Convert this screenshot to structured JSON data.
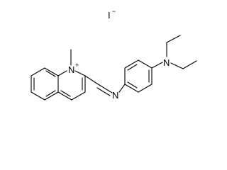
{
  "structure": {
    "iodide_label": "I",
    "iodide_charge": "−",
    "quinolinium_nitrogen": "N",
    "quinolinium_charge": "+",
    "imine_nitrogen": "N",
    "amine_nitrogen": "N"
  }
}
